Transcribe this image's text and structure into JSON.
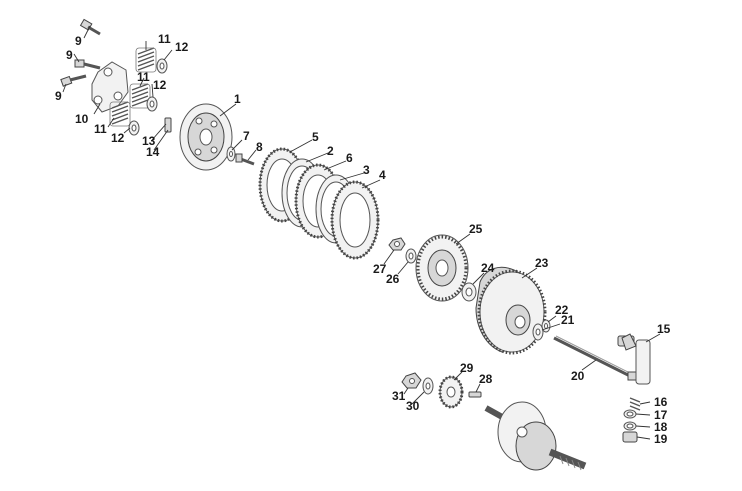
{
  "diagram": {
    "callouts": {
      "c1": "1",
      "c2": "2",
      "c3": "3",
      "c4": "4",
      "c5": "5",
      "c6": "6",
      "c7": "7",
      "c8": "8",
      "c9a": "9",
      "c9b": "9",
      "c9c": "9",
      "c10": "10",
      "c11a": "11",
      "c11b": "11",
      "c11c": "11",
      "c12a": "12",
      "c12b": "12",
      "c12c": "12",
      "c13": "13",
      "c14": "14",
      "c15": "15",
      "c16": "16",
      "c17": "17",
      "c18": "18",
      "c19": "19",
      "c20": "20",
      "c21": "21",
      "c22": "22",
      "c23": "23",
      "c24": "24",
      "c25": "25",
      "c26": "26",
      "c27": "27",
      "c28": "28",
      "c29": "29",
      "c30": "30",
      "c31": "31"
    }
  }
}
